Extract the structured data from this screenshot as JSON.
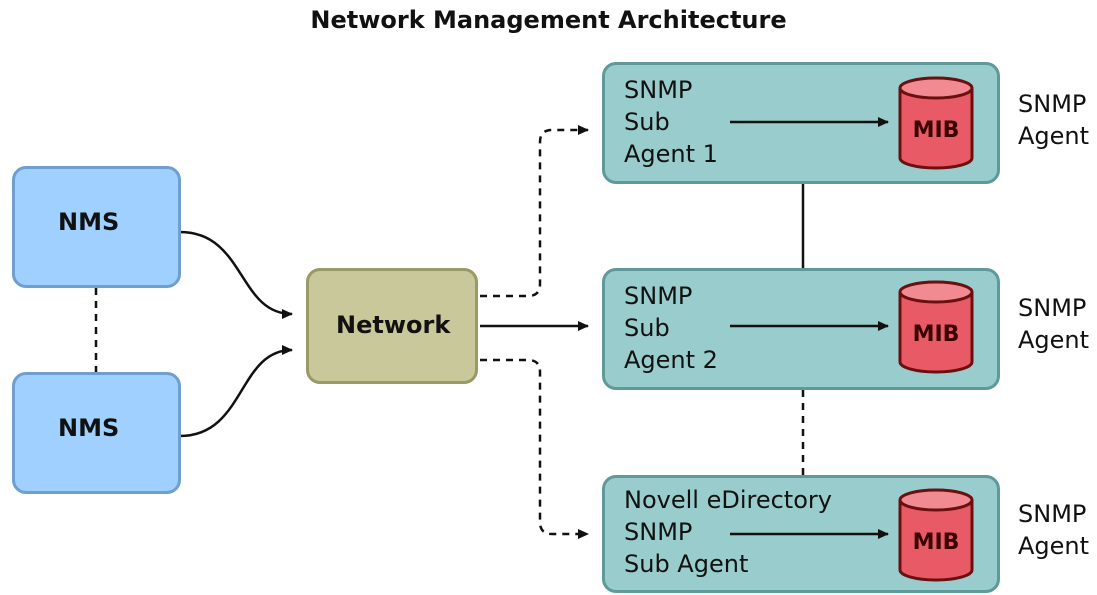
{
  "diagram": {
    "title": "Network Management Architecture",
    "nms_boxes": [
      {
        "label": "NMS"
      },
      {
        "label": "NMS"
      }
    ],
    "network": {
      "label": "Network"
    },
    "sub_agents": [
      {
        "label": "SNMP\nSub\nAgent 1",
        "db_label": "MIB",
        "side_label": "SNMP\nAgent"
      },
      {
        "label": "SNMP\nSub\nAgent 2",
        "db_label": "MIB",
        "side_label": "SNMP\nAgent"
      },
      {
        "label": "Novell eDirectory\nSNMP\nSub Agent",
        "db_label": "MIB",
        "side_label": "SNMP\nAgent"
      }
    ],
    "colors": {
      "nms_fill": "#9fd0ff",
      "network_fill": "#c8c89a",
      "agent_fill": "#99cccc",
      "mib_fill": "#e85a66"
    }
  }
}
